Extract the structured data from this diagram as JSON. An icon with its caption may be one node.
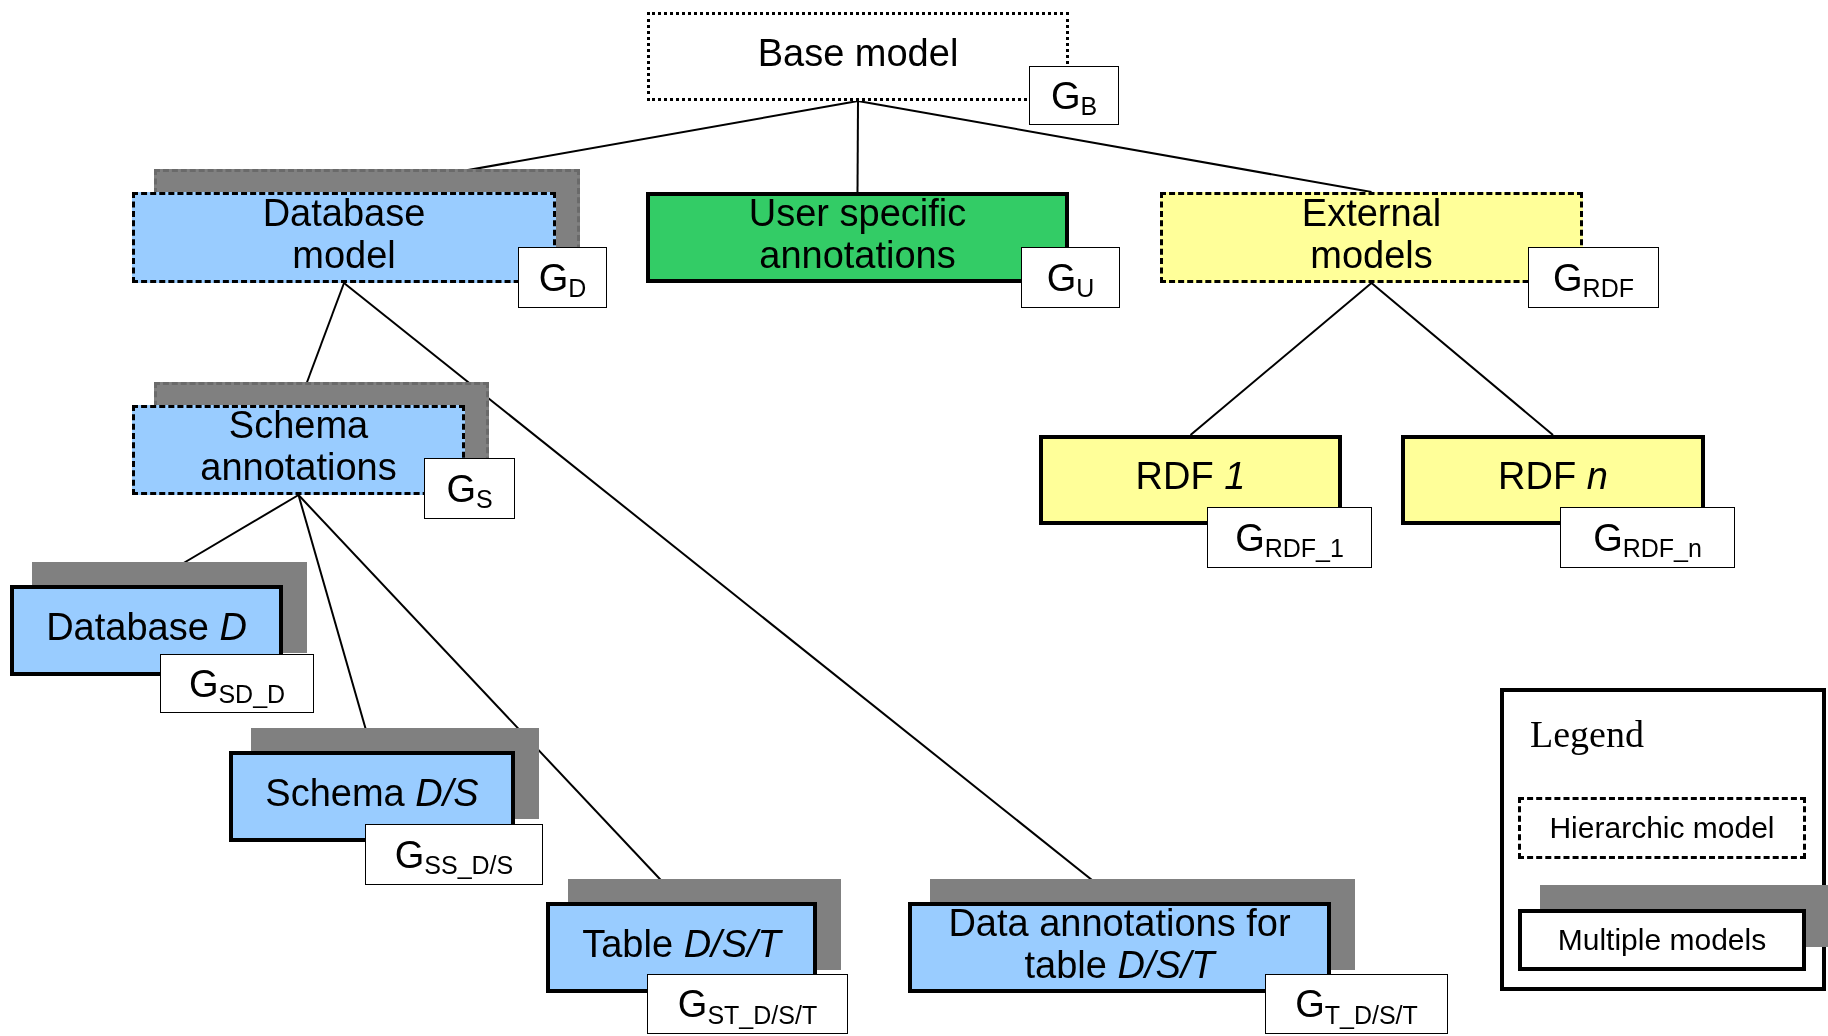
{
  "diagram": {
    "nodes": [
      {
        "text": [
          "Base model"
        ],
        "beside": [
          "G$_{B}$"
        ]
      },
      {
        "text": [
          "Database model"
        ],
        "beside": [
          "G$_{D}$"
        ]
      },
      {
        "text": [
          "User specific annotations"
        ],
        "beside": [
          "G$_{U}$"
        ]
      },
      {
        "text": [
          "External models"
        ],
        "beside": [
          "G$_{RDF}$"
        ]
      },
      {
        "text": [
          "Schema annotations"
        ],
        "beside": [
          "G$_{S}$"
        ]
      },
      {
        "text": [
          "RDF *1*"
        ],
        "beside": [
          "G$_{RDF_1}$"
        ]
      },
      {
        "text": [
          "RDF *n*"
        ],
        "beside": [
          "G$_{RDF_n}$"
        ]
      },
      {
        "text": [
          "Database *D*"
        ],
        "beside": [
          "G$_{SD_D}$"
        ]
      },
      {
        "text": [
          "Schema *D/S*"
        ],
        "beside": [
          "G$_{SS_D/S}$"
        ]
      },
      {
        "text": [
          "Table *D/S/T*"
        ],
        "beside": [
          "G$_{ST_D/S/T}$"
        ]
      },
      {
        "text": [
          "Data annotations for table *D/S/T*"
        ],
        "beside": [
          "G$_{T_D/S/T}$"
        ]
      }
    ],
    "edges": [
      {
        "from": 0,
        "to": 1,
        "arrow": "none"
      },
      {
        "from": 0,
        "to": 2,
        "arrow": "none"
      },
      {
        "from": 0,
        "to": 3,
        "arrow": "none"
      },
      {
        "from": 1,
        "to": 4,
        "arrow": "none"
      },
      {
        "from": 1,
        "to": 10,
        "arrow": "none"
      },
      {
        "from": 3,
        "to": 5,
        "arrow": "none"
      },
      {
        "from": 3,
        "to": 6,
        "arrow": "none"
      },
      {
        "from": 4,
        "to": 7,
        "arrow": "none"
      },
      {
        "from": 4,
        "to": 8,
        "arrow": "none"
      },
      {
        "from": 4,
        "to": 9,
        "arrow": "none"
      }
    ],
    "labels": [
      "Legend"
    ],
    "legend": [
      {
        "text": "Hierarchic model"
      },
      {
        "text": "Multiple models"
      }
    ]
  }
}
